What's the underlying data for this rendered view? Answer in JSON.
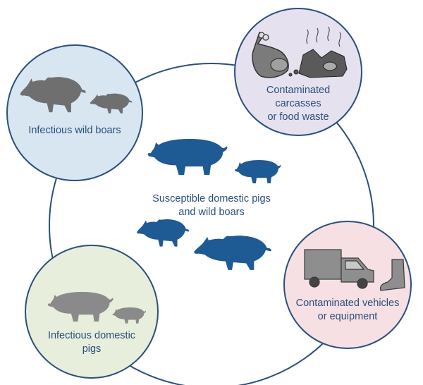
{
  "colors": {
    "ring": "#2a4f7c",
    "text": "#2a4f7c",
    "blue_animals": "#1e5a94",
    "wild_boars_fill": "#d8e6f2",
    "carcasses_fill": "#e6e1ee",
    "vehicles_fill": "#f6e0e4",
    "domestic_pigs_fill": "#e7eedb",
    "grey_animals": "#8a8a8a"
  },
  "center": {
    "label_lines": [
      "Susceptible domestic pigs",
      "and wild boars"
    ]
  },
  "nodes": [
    {
      "id": "wild-boars",
      "label_lines": [
        "Infectious wild boars"
      ],
      "icons": [
        "wild-boar-icon",
        "wild-boar-piglet-icon"
      ]
    },
    {
      "id": "carcasses",
      "label_lines": [
        "Contaminated",
        "carcasses",
        "or food waste"
      ],
      "icons": [
        "meat-icon",
        "food-waste-icon"
      ]
    },
    {
      "id": "vehicles",
      "label_lines": [
        "Contaminated vehicles",
        "or equipment"
      ],
      "icons": [
        "truck-icon",
        "boot-icon"
      ]
    },
    {
      "id": "domestic-pigs",
      "label_lines": [
        "Infectious domestic",
        "pigs"
      ],
      "icons": [
        "pig-icon",
        "piglet-icon"
      ]
    }
  ]
}
